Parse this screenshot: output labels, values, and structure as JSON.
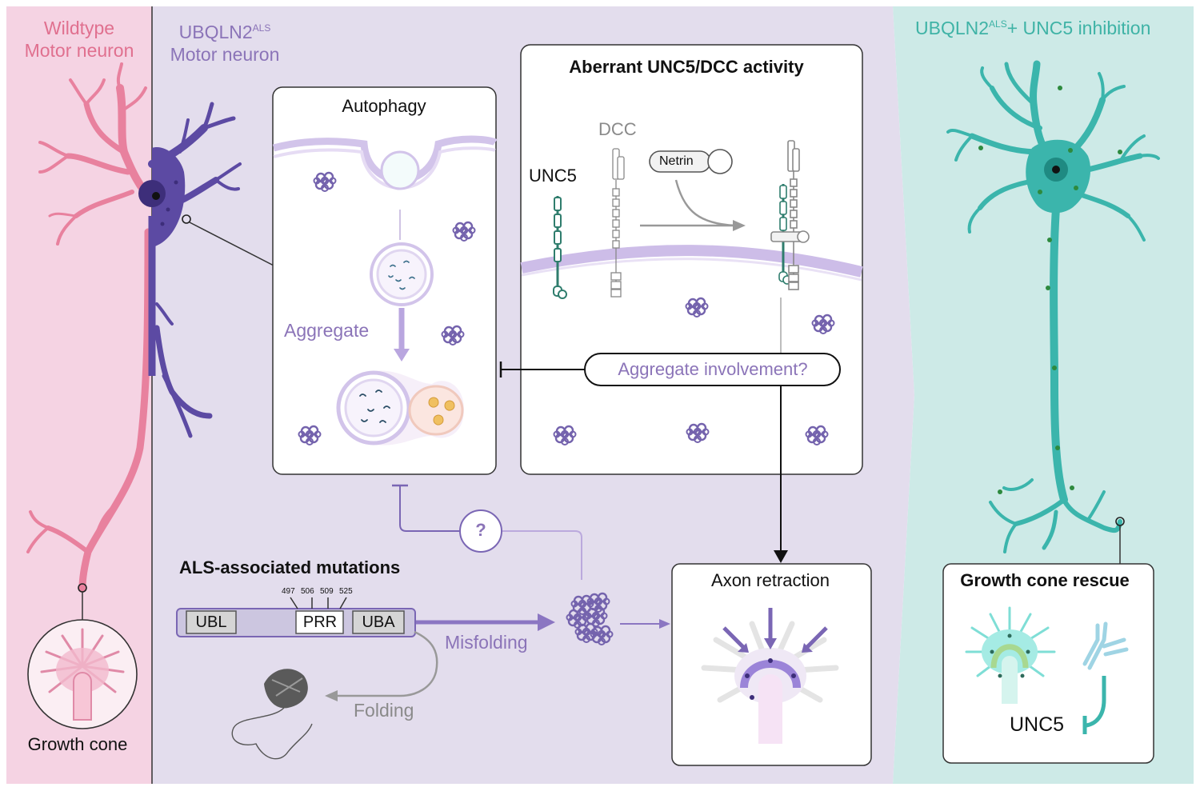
{
  "panels": {
    "wildtype": {
      "title_line1": "Wildtype",
      "title_line2": "Motor neuron"
    },
    "als": {
      "title_main": "UBQLN2",
      "title_sup": "ALS",
      "title_line2": "Motor neuron"
    },
    "rescue": {
      "title_main": "UBQLN2",
      "title_sup": "ALS",
      "title_rest": "+ UNC5 inhibition"
    }
  },
  "labels": {
    "growth_cone": "Growth cone",
    "aggregate": "Aggregate",
    "autophagy": "Autophagy",
    "aberrant_title": "Aberrant UNC5/DCC activity",
    "dcc": "DCC",
    "unc5": "UNC5",
    "netrin": "Netrin",
    "aggregate_involvement": "Aggregate involvement?",
    "question_mark": "?",
    "als_mutations": "ALS-associated mutations",
    "mut_497": "497",
    "mut_506": "506",
    "mut_509": "509",
    "mut_525": "525",
    "ubl": "UBL",
    "prr": "PRR",
    "uba": "UBA",
    "misfolding": "Misfolding",
    "folding": "Folding",
    "axon_retraction": "Axon retraction",
    "growth_cone_rescue": "Growth cone rescue",
    "unc5_inhibition": "UNC5"
  },
  "colors": {
    "wildtype_bg": "#f5d3e3",
    "als_bg": "#e3dded",
    "rescue_bg": "#cdeae7",
    "wildtype_neuron": "#e8819e",
    "als_neuron": "#6552a8",
    "rescue_neuron": "#3bb5ac",
    "aggregate": "#7b68b0"
  }
}
